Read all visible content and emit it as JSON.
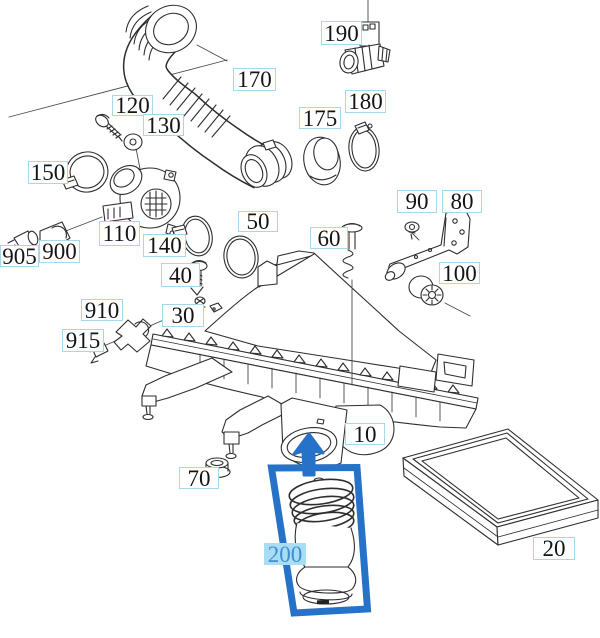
{
  "diagram": {
    "kind": "exploded-parts-diagram",
    "background": "#ffffff",
    "line_color": "#2e2e2e"
  },
  "part_numbers": {
    "p10": "10",
    "p20": "20",
    "p30": "30",
    "p40": "40",
    "p50": "50",
    "p60": "60",
    "p70": "70",
    "p80": "80",
    "p90": "90",
    "p100": "100",
    "p110": "110",
    "p120": "120",
    "p130": "130",
    "p140": "140",
    "p150": "150",
    "p170": "170",
    "p175": "175",
    "p180": "180",
    "p190": "190",
    "p200": "200",
    "p900": "900",
    "p905": "905",
    "p910": "910",
    "p915": "915"
  },
  "label_style": {
    "border_color": "#a5d8ec",
    "background": "#ffffff",
    "text_color": "#141414"
  },
  "highlight": {
    "part": "200",
    "box_color": "#2572c8",
    "label_background": "#a9ddf3",
    "label_text_color": "#3e8ed6"
  }
}
